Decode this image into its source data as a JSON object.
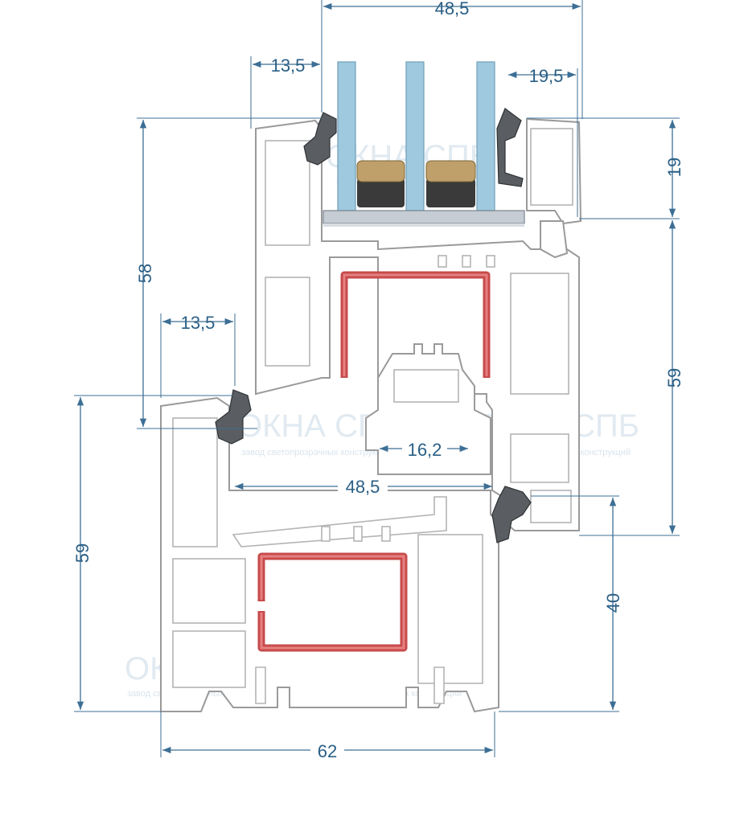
{
  "diagram": {
    "dimensions": {
      "top_width": "48,5",
      "glass_rebate_left": "13,5",
      "bead_width": "19,5",
      "sash_face_height": "19",
      "frame_height_left": "58",
      "sash_rebate_left": "13,5",
      "sash_inner_height": "59",
      "core_width": "16,2",
      "mid_width": "48,5",
      "frame_height_bottom": "59",
      "right_lower_height": "40",
      "bottom_width": "62"
    },
    "watermark": {
      "brand": "ОКНА СПБ",
      "tagline": "завод светопрозрачных конструкций"
    },
    "colors": {
      "dimension": "#2a5f86",
      "glass": "#9fc9de",
      "steel": "#c74b4b",
      "gasket": "#5a5d61"
    }
  }
}
